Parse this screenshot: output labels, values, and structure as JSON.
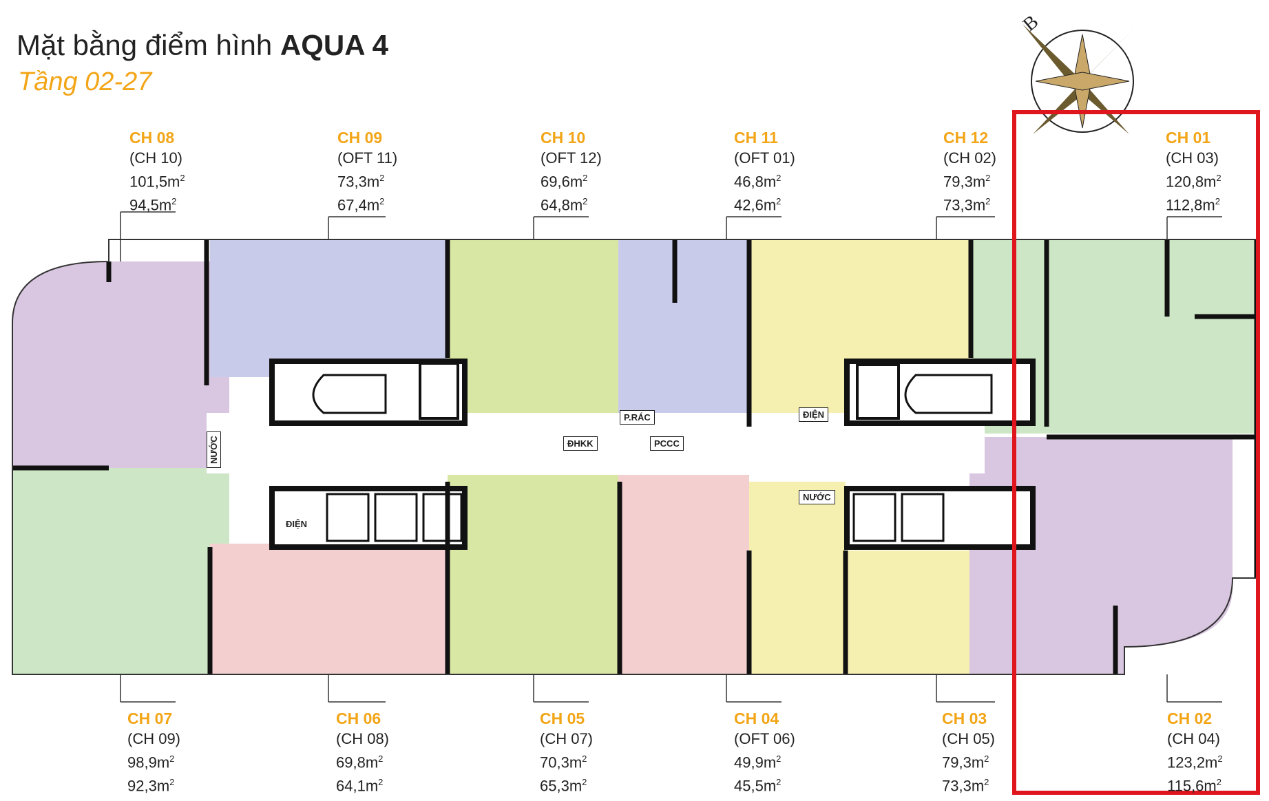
{
  "header": {
    "title_prefix": "Mặt bằng điểm hình",
    "title_bold": "AQUA 4",
    "subtitle": "Tầng 02-27"
  },
  "compass": {
    "north_letter": "B",
    "icon": "compass-rose-icon"
  },
  "colors": {
    "accent": "#f2a516",
    "highlight": "#e0161e",
    "purple": "#d9c6e0",
    "blue": "#c9cbeb",
    "lime": "#d9e7a4",
    "yellow": "#f6f0b0",
    "green": "#cde6c5",
    "pink": "#f3cfd0"
  },
  "units_top": [
    {
      "code": "CH 08",
      "alt": "(CH 10)",
      "area1": "101,5m",
      "area2": "94,5m"
    },
    {
      "code": "CH 09",
      "alt": "(OFT 11)",
      "area1": "73,3m",
      "area2": "67,4m"
    },
    {
      "code": "CH 10",
      "alt": "(OFT 12)",
      "area1": "69,6m",
      "area2": "64,8m"
    },
    {
      "code": "CH 11",
      "alt": "(OFT 01)",
      "area1": "46,8m",
      "area2": "42,6m"
    },
    {
      "code": "CH 12",
      "alt": "(CH 02)",
      "area1": "79,3m",
      "area2": "73,3m"
    },
    {
      "code": "CH 01",
      "alt": "(CH 03)",
      "area1": "120,8m",
      "area2": "112,8m"
    }
  ],
  "units_bottom": [
    {
      "code": "CH 07",
      "alt": "(CH 09)",
      "area1": "98,9m",
      "area2": "92,3m"
    },
    {
      "code": "CH 06",
      "alt": "(CH 08)",
      "area1": "69,8m",
      "area2": "64,1m"
    },
    {
      "code": "CH 05",
      "alt": "(CH 07)",
      "area1": "70,3m",
      "area2": "65,3m"
    },
    {
      "code": "CH 04",
      "alt": "(OFT 06)",
      "area1": "49,9m",
      "area2": "45,5m"
    },
    {
      "code": "CH 03",
      "alt": "(CH 05)",
      "area1": "79,3m",
      "area2": "73,3m"
    },
    {
      "code": "CH 02",
      "alt": "(CH 04)",
      "area1": "123,2m",
      "area2": "115,6m"
    }
  ],
  "area_unit_exp": "2",
  "rooms": {
    "dien_left": "ĐIỆN",
    "dien_right": "ĐIỆN",
    "nuoc_left": "NƯỚC",
    "nuoc_right": "NƯỚC",
    "p_rac": "P.RÁC",
    "dhkk": "ĐHKK",
    "pccc": "PCCC"
  }
}
